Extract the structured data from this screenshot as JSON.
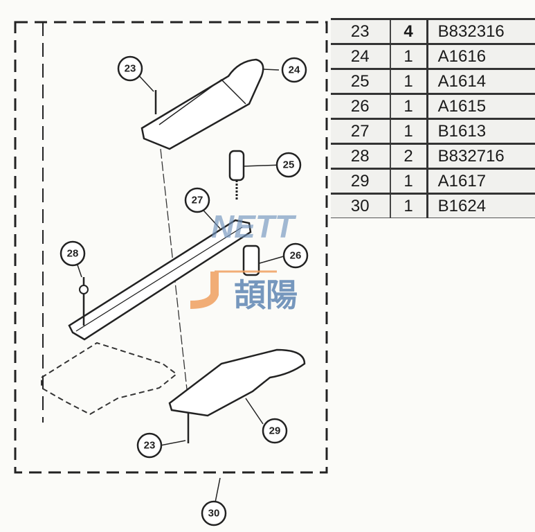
{
  "diagram": {
    "callouts": [
      {
        "id": "23-top",
        "label": "23"
      },
      {
        "id": "24",
        "label": "24"
      },
      {
        "id": "25",
        "label": "25"
      },
      {
        "id": "27",
        "label": "27"
      },
      {
        "id": "26",
        "label": "26"
      },
      {
        "id": "28",
        "label": "28"
      },
      {
        "id": "29",
        "label": "29"
      },
      {
        "id": "23-bottom",
        "label": "23"
      },
      {
        "id": "30",
        "label": "30"
      }
    ]
  },
  "parts_table": {
    "rows": [
      {
        "item": "23",
        "qty": "4",
        "part": "B832316"
      },
      {
        "item": "24",
        "qty": "1",
        "part": "A1616"
      },
      {
        "item": "25",
        "qty": "1",
        "part": "A1614"
      },
      {
        "item": "26",
        "qty": "1",
        "part": "A1615"
      },
      {
        "item": "27",
        "qty": "1",
        "part": "B1613"
      },
      {
        "item": "28",
        "qty": "2",
        "part": "B832716"
      },
      {
        "item": "29",
        "qty": "1",
        "part": "A1617"
      },
      {
        "item": "30",
        "qty": "1",
        "part": "B1624"
      }
    ]
  },
  "watermark": {
    "latin": "NETT",
    "chinese": "頡陽",
    "blue": "#5f86b3",
    "orange": "#f0a060"
  }
}
